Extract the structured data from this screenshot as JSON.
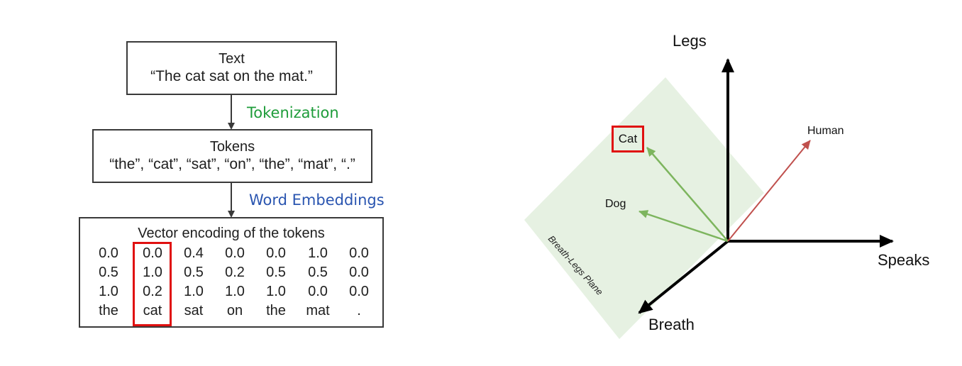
{
  "left": {
    "text_box": {
      "title": "Text",
      "value": "“The cat sat on the mat.”"
    },
    "tokenization_label": "Tokenization",
    "tokens_box": {
      "title": "Tokens",
      "value": "“the”, “cat”, “sat”, “on”, “the”, “mat”, “.”"
    },
    "embeddings_label": "Word Embeddings",
    "vector_box": {
      "title": "Vector encoding of the tokens",
      "rows": [
        [
          "0.0",
          "0.0",
          "0.4",
          "0.0",
          "0.0",
          "1.0",
          "0.0"
        ],
        [
          "0.5",
          "1.0",
          "0.5",
          "0.2",
          "0.5",
          "0.5",
          "0.0"
        ],
        [
          "1.0",
          "0.2",
          "1.0",
          "1.0",
          "1.0",
          "0.0",
          "0.0"
        ],
        [
          "the",
          "cat",
          "sat",
          "on",
          "the",
          "mat",
          "."
        ]
      ],
      "highlighted_column": 1
    },
    "colors": {
      "tokenization": "#1e9c3a",
      "embeddings": "#2a55b0",
      "highlight": "#e01010"
    }
  },
  "right": {
    "axes": {
      "legs": "Legs",
      "speaks": "Speaks",
      "breath": "Breath"
    },
    "plane_label": "Breath-Legs Plane",
    "vectors": {
      "cat": "Cat",
      "dog": "Dog",
      "human": "Human"
    },
    "colors": {
      "plane": "#e6f1e2",
      "animal_vectors": "#7db55e",
      "human_vector": "#c0504d",
      "highlight": "#e01010"
    }
  }
}
